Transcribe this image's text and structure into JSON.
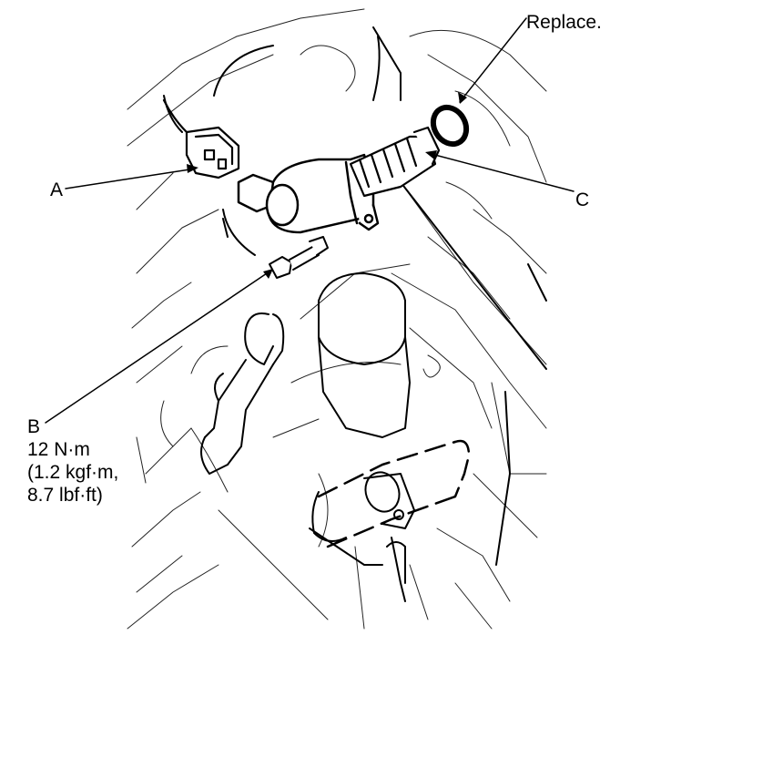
{
  "figure": {
    "callouts": {
      "replace": "Replace.",
      "a": "A",
      "b": "B",
      "c": "C"
    },
    "torque_spec": {
      "value_nm": "12 N·m",
      "value_kgfm": "(1.2 kgf·m,",
      "value_lbfft": "8.7 lbf·ft)"
    }
  }
}
